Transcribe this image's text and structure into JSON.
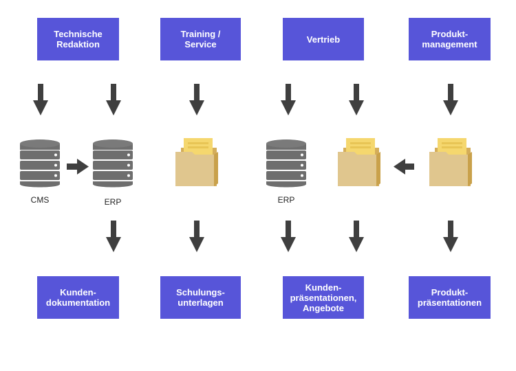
{
  "top_boxes": [
    "Technische\nRedaktion",
    "Training /\nService",
    "Vertrieb",
    "Produkt-\nmanagement"
  ],
  "bottom_boxes": [
    "Kunden-\ndokumentation",
    "Schulungs-\nunterlagen",
    "Kunden-\npräsentationen,\nAngebote",
    "Produkt-\npräsentationen"
  ],
  "system_labels": {
    "cms": "CMS",
    "erp_1": "ERP",
    "erp_2": "ERP"
  },
  "colors": {
    "box": "#5755D9",
    "arrow": "#3f3f3f",
    "database": "#6e6e6e",
    "folder": "#e0c68e",
    "paper": "#f5d76e"
  },
  "icons": [
    "database-icon",
    "folder-icon",
    "arrow-down-icon",
    "arrow-right-icon",
    "arrow-left-icon"
  ]
}
